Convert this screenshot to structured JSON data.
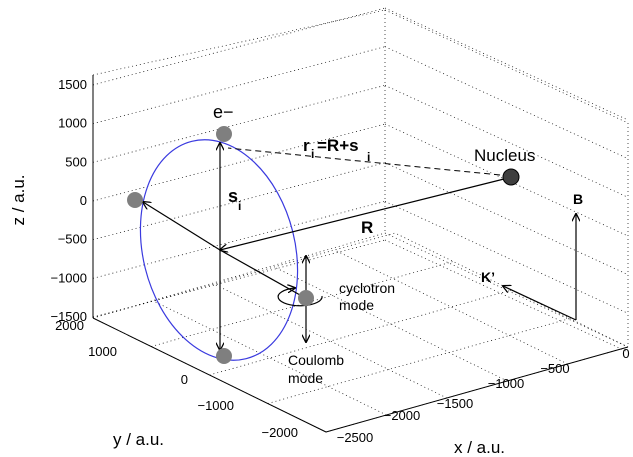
{
  "chart_data": {
    "type": "3d-diagram",
    "axes": {
      "xlabel": "x / a.u.",
      "ylabel": "y / a.u.",
      "zlabel": "z / a.u.",
      "x_ticks": [
        "−2500",
        "−2000",
        "−1500",
        "−1000",
        "−500",
        "0"
      ],
      "y_ticks": [
        "−2000",
        "−1000",
        "0",
        "1000",
        "2000"
      ],
      "z_ticks": [
        "−1500",
        "−1000",
        "−500",
        "0",
        "500",
        "1000",
        "1500"
      ],
      "grid": true
    },
    "labels": {
      "electron": "e−",
      "r_main": "r",
      "r_sub": "i",
      "r_eq": "=R+s",
      "r_sub2": "i",
      "nucleus": "Nucleus",
      "R": "R",
      "s_main": "s",
      "s_sub": "i",
      "B": "B",
      "K": "K’",
      "cyclotron_1": "cyclotron",
      "cyclotron_2": "mode",
      "coulomb_1": "Coulomb",
      "coulomb_2": "mode"
    },
    "colors": {
      "orbit": "#3a3adf",
      "electron": "#7f7f7f",
      "nucleus": "#3f3f3f"
    }
  }
}
